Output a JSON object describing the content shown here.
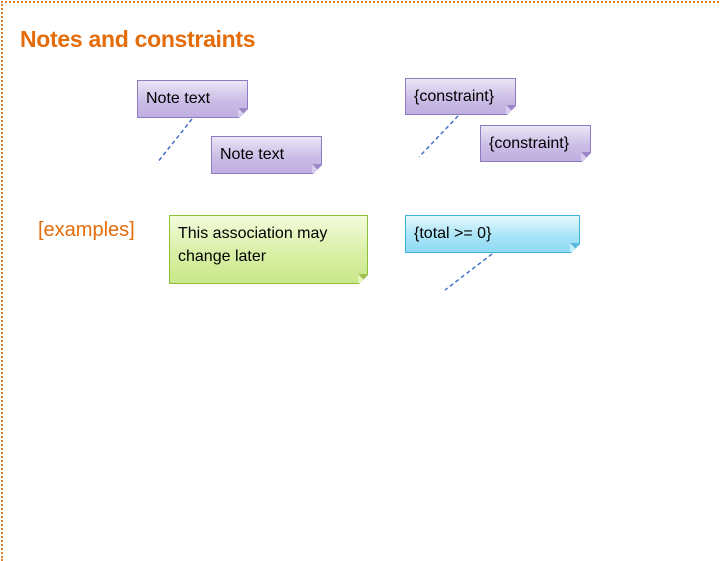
{
  "title": "Notes and constraints",
  "examples_label": "[examples]",
  "notes": {
    "note1": "Note text",
    "note2": "Note text",
    "constraint1": "{constraint}",
    "constraint2": "{constraint}",
    "association_note": "This association may change later",
    "total_constraint": "{total >= 0}"
  },
  "colors": {
    "title": "#e46c0a",
    "frame_border": "#d9822b",
    "connector": "#4472c4",
    "note_purple": "#cbbde6",
    "note_green": "#d9f0a6",
    "note_cyan": "#a9e5f7"
  }
}
